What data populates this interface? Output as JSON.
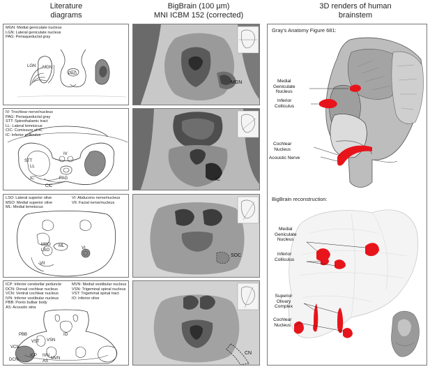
{
  "columns": {
    "literature": "Literature\ndiagrams",
    "bigbrain_line1": "BigBrain (100 µm)",
    "bigbrain_line2": "MNI ICBM 152 (corrected)",
    "renders": "3D renders of human\nbrainstem"
  },
  "lit_panels": {
    "p1": {
      "legend": [
        "MGN: Medial geniculate nucleus",
        "LGN: Lateral geniculate nucleus",
        "PAG: Periaqueductal gray"
      ],
      "labels": {
        "lgn": "LGN",
        "mgn": "MGN",
        "pag": "PAG"
      }
    },
    "p2": {
      "legend": [
        "IV: Trochlear nerve/nucleus",
        "PAG: Periaqueductal gray",
        "STT: Spinothalamic tract",
        "LL: Lateral lemniscus",
        "CIC: Comissure of IC",
        "IC: Inferior colliculus"
      ],
      "labels": {
        "iv": "IV",
        "stt": "STT",
        "ll": "LL",
        "pag": "PAG",
        "ic": "IC",
        "cic": "CIC"
      }
    },
    "p3": {
      "legend_left": [
        "LSO: Lateral superior olive",
        "MSO: Medial superior olive",
        "ML: Medial lemniscus"
      ],
      "legend_right": [
        "VI: Abducens nerve/nucleus",
        "VII: Facial nerve/nucleus"
      ],
      "labels": {
        "mso": "MSO",
        "lso": "LSO",
        "ml": "ML",
        "vi": "VI",
        "vii": "VII"
      }
    },
    "p4": {
      "legend_left": [
        "ICP: Inferior cerebellar peduncle",
        "DCN: Dorsal cochlear nucleus",
        "VCN: Ventral cochlear nucleus",
        "IVN: Inferior vestibular nucleus",
        "PBB: Ponto bulbar body",
        "AS: Acoustic stria"
      ],
      "legend_right": [
        "MVN: Medial vestibular nucleus",
        "VSN: Trigeminal spinal nucleus",
        "VST: Trigeminal spinal tract",
        "IO: Inferior olive"
      ],
      "labels": {
        "pbb": "PBB",
        "vst": "VST",
        "vsn": "VSN",
        "io": "IO",
        "vcn": "VCN",
        "icp": "ICP",
        "ivn": "IVN",
        "mvn": "MVN",
        "dcn": "DCN",
        "as": "AS"
      }
    }
  },
  "bigbrain_labels": {
    "mgn": "MGN",
    "ic": "IC",
    "soc": "SOC",
    "cn": "CN"
  },
  "gray": {
    "heading": "Gray's Anatomy Figure 681:",
    "mgn": "Medial\nGeniculate\nNucleus",
    "ic": "Inferior\nColliculus",
    "cn": "Cochlear\nNucleus",
    "nerve": "Acoustic Nerve"
  },
  "recon": {
    "heading": "BigBrain reconstruction:",
    "mgn": "Medial\nGeniculate\nNucleus",
    "ic": "Inferior\nColliculus",
    "soc": "Superior\nOlivary\nComplex",
    "cn": "Cochlear\nNucleus"
  },
  "colors": {
    "highlight": "#e8141b",
    "gray_fill": "#8a8a8a",
    "panel_border": "#777777"
  }
}
